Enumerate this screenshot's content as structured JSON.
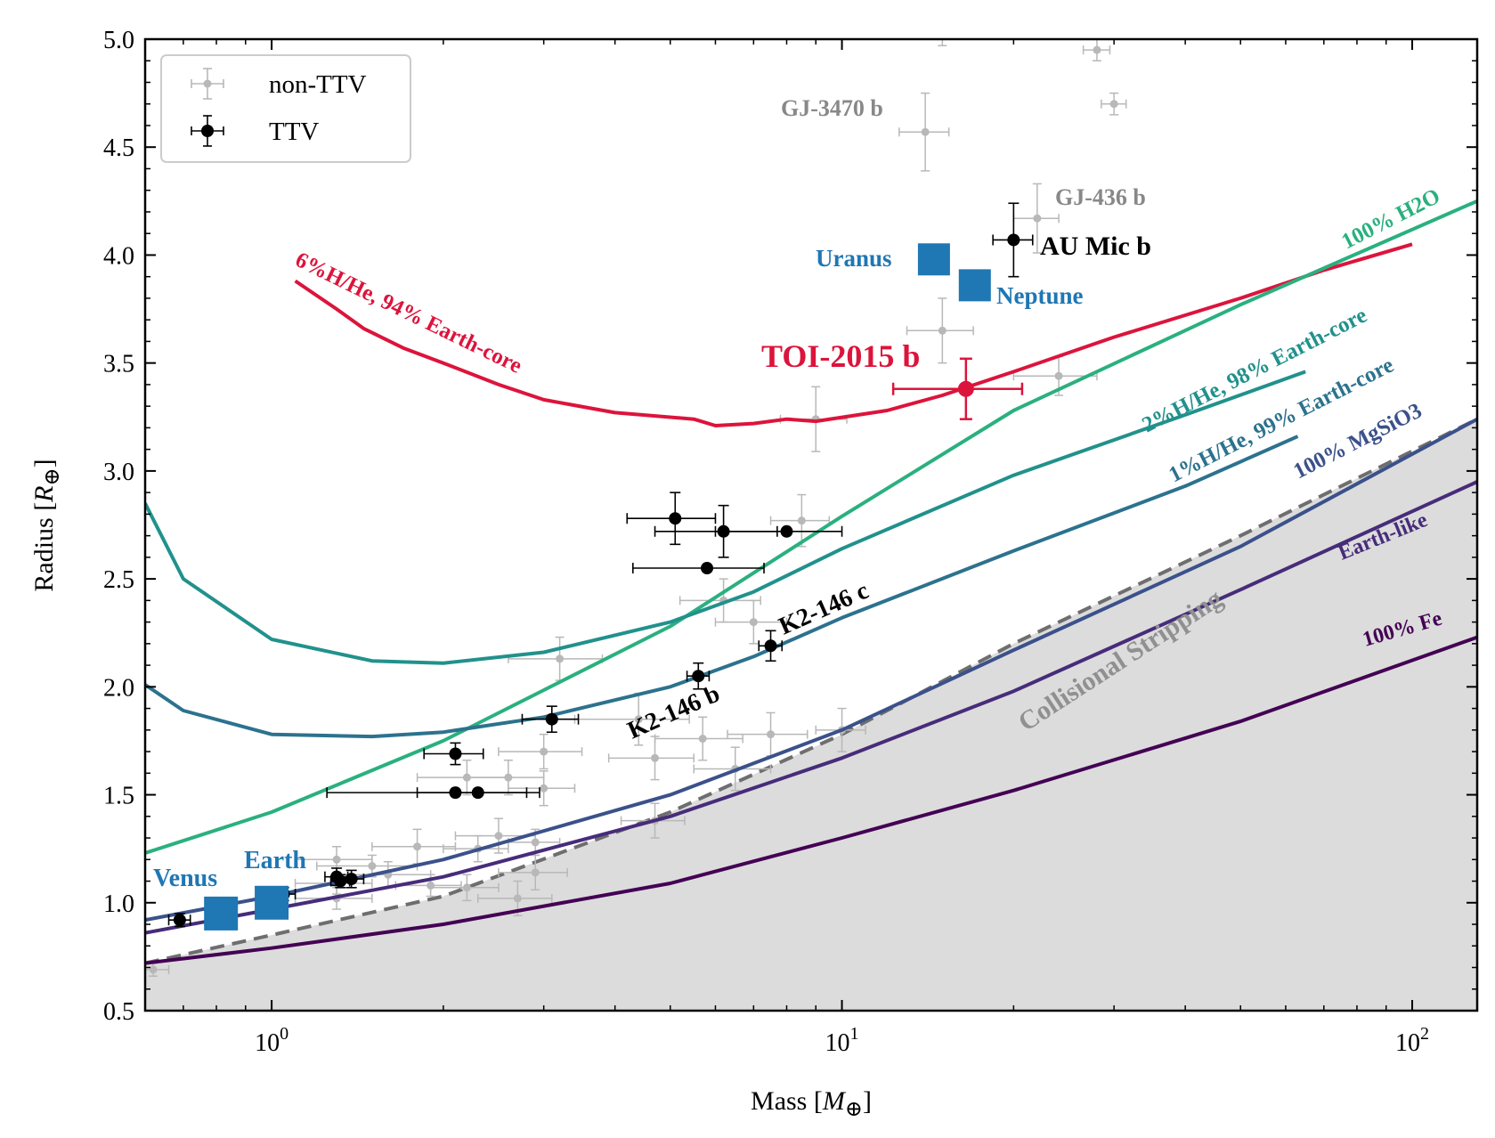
{
  "chart_data": {
    "type": "scatter",
    "xlabel_main": "Mass [",
    "xlabel_sym": "M",
    "xlabel_sub": "⊕",
    "xlabel_end": "]",
    "ylabel_main": "Radius [",
    "ylabel_sym": "R",
    "ylabel_sub": "⊕",
    "ylabel_end": "]",
    "x_scale": "log",
    "xlim": [
      0.6,
      130
    ],
    "ylim": [
      0.5,
      5.0
    ],
    "x_ticks": [
      {
        "value": 1,
        "base": "10",
        "exp": "0"
      },
      {
        "value": 10,
        "base": "10",
        "exp": "1"
      },
      {
        "value": 100,
        "base": "10",
        "exp": "2"
      }
    ],
    "y_ticks": [
      "0.5",
      "1.0",
      "1.5",
      "2.0",
      "2.5",
      "3.0",
      "3.5",
      "4.0",
      "4.5",
      "5.0"
    ],
    "legend": {
      "position": "top-left",
      "entries": [
        {
          "label": "non-TTV",
          "color": "#b8b8b8"
        },
        {
          "label": "TTV",
          "color": "#000000"
        }
      ]
    },
    "shaded_region": {
      "name": "Collisional Stripping",
      "color": "#dcdcdc",
      "boundary": [
        [
          0.6,
          0.72
        ],
        [
          1.0,
          0.85
        ],
        [
          2.0,
          1.03
        ],
        [
          5.0,
          1.42
        ],
        [
          10.0,
          1.78
        ],
        [
          20.0,
          2.2
        ],
        [
          50.0,
          2.7
        ],
        [
          130.0,
          3.24
        ]
      ]
    },
    "curves": [
      {
        "name": "6%H/He, 94% Earth-core",
        "color": "#dc143c",
        "points": [
          [
            1.1,
            3.88
          ],
          [
            1.3,
            3.75
          ],
          [
            1.45,
            3.66
          ],
          [
            1.7,
            3.57
          ],
          [
            2.0,
            3.5
          ],
          [
            2.5,
            3.4
          ],
          [
            3.0,
            3.33
          ],
          [
            4.0,
            3.27
          ],
          [
            5.5,
            3.24
          ],
          [
            6.0,
            3.21
          ],
          [
            7.0,
            3.22
          ],
          [
            8.0,
            3.24
          ],
          [
            9.0,
            3.23
          ],
          [
            12.0,
            3.28
          ],
          [
            15.0,
            3.35
          ],
          [
            20.0,
            3.46
          ],
          [
            30.0,
            3.62
          ],
          [
            50.0,
            3.8
          ],
          [
            70.0,
            3.93
          ],
          [
            100.0,
            4.05
          ]
        ]
      },
      {
        "name": "100% H2O",
        "color": "#2ab07f",
        "points": [
          [
            0.6,
            1.23
          ],
          [
            1.0,
            1.42
          ],
          [
            2.0,
            1.75
          ],
          [
            5.0,
            2.28
          ],
          [
            10.0,
            2.79
          ],
          [
            20.0,
            3.28
          ],
          [
            50.0,
            3.77
          ],
          [
            130.0,
            4.25
          ]
        ]
      },
      {
        "name": "2%H/He, 98% Earth-core",
        "color": "#21918c",
        "points": [
          [
            0.6,
            2.85
          ],
          [
            0.7,
            2.5
          ],
          [
            1.0,
            2.22
          ],
          [
            1.5,
            2.12
          ],
          [
            2.0,
            2.11
          ],
          [
            3.0,
            2.16
          ],
          [
            5.0,
            2.3
          ],
          [
            7.0,
            2.44
          ],
          [
            10.0,
            2.64
          ],
          [
            20.0,
            2.98
          ],
          [
            40.0,
            3.26
          ],
          [
            65.0,
            3.46
          ]
        ]
      },
      {
        "name": "1%H/He, 99% Earth-core",
        "color": "#2c728e",
        "points": [
          [
            0.6,
            2.01
          ],
          [
            0.7,
            1.89
          ],
          [
            1.0,
            1.78
          ],
          [
            1.5,
            1.77
          ],
          [
            2.0,
            1.79
          ],
          [
            3.0,
            1.86
          ],
          [
            5.0,
            2.0
          ],
          [
            7.0,
            2.14
          ],
          [
            10.0,
            2.32
          ],
          [
            20.0,
            2.63
          ],
          [
            40.0,
            2.93
          ],
          [
            63.0,
            3.16
          ]
        ]
      },
      {
        "name": "100% MgSiO3",
        "color": "#3b518b",
        "points": [
          [
            0.6,
            0.92
          ],
          [
            1.0,
            1.03
          ],
          [
            2.0,
            1.2
          ],
          [
            5.0,
            1.5
          ],
          [
            10.0,
            1.8
          ],
          [
            20.0,
            2.17
          ],
          [
            50.0,
            2.65
          ],
          [
            130.0,
            3.24
          ]
        ]
      },
      {
        "name": "Earth-like",
        "color": "#472c7a",
        "points": [
          [
            0.6,
            0.86
          ],
          [
            1.0,
            0.97
          ],
          [
            2.0,
            1.12
          ],
          [
            5.0,
            1.4
          ],
          [
            10.0,
            1.67
          ],
          [
            20.0,
            1.98
          ],
          [
            50.0,
            2.45
          ],
          [
            130.0,
            2.95
          ]
        ]
      },
      {
        "name": "100% Fe",
        "color": "#440154",
        "points": [
          [
            0.6,
            0.72
          ],
          [
            1.0,
            0.79
          ],
          [
            2.0,
            0.9
          ],
          [
            5.0,
            1.09
          ],
          [
            10.0,
            1.3
          ],
          [
            20.0,
            1.52
          ],
          [
            50.0,
            1.84
          ],
          [
            130.0,
            2.23
          ]
        ]
      }
    ],
    "series": [
      {
        "name": "non-TTV",
        "color": "#b8b8b8",
        "points": [
          [
            14.0,
            4.57,
            1.4,
            0.18
          ],
          [
            22.0,
            4.17,
            2.0,
            0.16
          ],
          [
            30.0,
            4.7,
            1.5,
            0.05
          ],
          [
            28.0,
            4.95,
            1.5,
            0.05
          ],
          [
            15.0,
            3.65,
            2.0,
            0.15
          ],
          [
            24.0,
            3.44,
            4.0,
            0.09
          ],
          [
            9.0,
            3.24,
            1.2,
            0.15
          ],
          [
            8.5,
            2.77,
            1.0,
            0.12
          ],
          [
            6.2,
            2.4,
            1.0,
            0.1
          ],
          [
            7.0,
            2.3,
            1.0,
            0.1
          ],
          [
            3.2,
            2.13,
            0.6,
            0.1
          ],
          [
            4.4,
            1.85,
            1.0,
            0.12
          ],
          [
            5.7,
            1.76,
            1.0,
            0.1
          ],
          [
            7.5,
            1.78,
            1.2,
            0.1
          ],
          [
            10.0,
            1.8,
            1.0,
            0.1
          ],
          [
            4.7,
            1.67,
            0.8,
            0.1
          ],
          [
            6.5,
            1.62,
            1.0,
            0.1
          ],
          [
            3.0,
            1.7,
            0.5,
            0.08
          ],
          [
            2.2,
            1.58,
            0.4,
            0.08
          ],
          [
            2.6,
            1.58,
            0.4,
            0.08
          ],
          [
            3.0,
            1.53,
            0.4,
            0.08
          ],
          [
            4.7,
            1.38,
            0.6,
            0.08
          ],
          [
            2.5,
            1.31,
            0.4,
            0.08
          ],
          [
            1.8,
            1.26,
            0.3,
            0.08
          ],
          [
            2.3,
            1.25,
            0.3,
            0.06
          ],
          [
            2.9,
            1.28,
            0.3,
            0.06
          ],
          [
            2.9,
            1.14,
            0.4,
            0.08
          ],
          [
            1.3,
            1.2,
            0.2,
            0.06
          ],
          [
            1.5,
            1.17,
            0.3,
            0.05
          ],
          [
            1.6,
            1.13,
            0.3,
            0.06
          ],
          [
            2.2,
            1.07,
            0.3,
            0.06
          ],
          [
            2.7,
            1.02,
            0.4,
            0.08
          ],
          [
            1.9,
            1.08,
            0.25,
            0.05
          ],
          [
            1.3,
            1.09,
            0.2,
            0.05
          ],
          [
            1.3,
            1.02,
            0.2,
            0.05
          ],
          [
            0.62,
            0.69,
            0.04,
            0.03
          ],
          [
            15.0,
            5.02,
            0.5,
            0.05
          ]
        ]
      },
      {
        "name": "TTV",
        "color": "#000000",
        "points": [
          [
            20.0,
            4.07,
            1.6,
            0.17
          ],
          [
            5.1,
            2.78,
            0.9,
            0.12
          ],
          [
            6.2,
            2.72,
            1.5,
            0.12
          ],
          [
            8.0,
            2.72,
            2.0,
            0.0
          ],
          [
            5.8,
            2.55,
            1.5,
            0.0
          ],
          [
            7.5,
            2.19,
            0.35,
            0.07
          ],
          [
            5.6,
            2.05,
            0.25,
            0.06
          ],
          [
            3.1,
            1.85,
            0.35,
            0.06
          ],
          [
            2.1,
            1.69,
            0.25,
            0.05
          ],
          [
            2.1,
            1.51,
            0.85,
            0.0
          ],
          [
            2.3,
            1.51,
            0.5,
            0.0
          ],
          [
            1.3,
            1.12,
            0.06,
            0.04
          ],
          [
            1.38,
            1.11,
            0.07,
            0.04
          ],
          [
            1.05,
            1.04,
            0.05,
            0.03
          ],
          [
            0.69,
            0.92,
            0.03,
            0.03
          ],
          [
            1.32,
            1.1,
            0.05,
            0.03
          ]
        ]
      },
      {
        "name": "TOI-2015 b",
        "color": "#dc143c",
        "points": [
          [
            16.5,
            3.38,
            4.2,
            0.14
          ]
        ]
      }
    ],
    "solar_planets": [
      {
        "name": "Venus",
        "x": 0.815,
        "y": 0.95
      },
      {
        "name": "Earth",
        "x": 1.0,
        "y": 1.0
      },
      {
        "name": "Uranus",
        "x": 14.5,
        "y": 3.98
      },
      {
        "name": "Neptune",
        "x": 17.1,
        "y": 3.86
      }
    ],
    "annotations": [
      {
        "text": "GJ-3470 b",
        "color": "#888888"
      },
      {
        "text": "GJ-436 b",
        "color": "#888888"
      },
      {
        "text": "AU Mic b",
        "color": "#000000"
      },
      {
        "text": "TOI-2015 b",
        "color": "#dc143c"
      },
      {
        "text": "K2-146 c",
        "color": "#000000"
      },
      {
        "text": "K2-146 b",
        "color": "#000000"
      },
      {
        "text": "Venus",
        "color": "#1f77b4"
      },
      {
        "text": "Earth",
        "color": "#1f77b4"
      },
      {
        "text": "Uranus",
        "color": "#1f77b4"
      },
      {
        "text": "Neptune",
        "color": "#1f77b4"
      },
      {
        "text": "6%H/He, 94% Earth-core",
        "color": "#dc143c"
      },
      {
        "text": "100% H2O",
        "color": "#2ab07f"
      },
      {
        "text": "2%H/He, 98% Earth-core",
        "color": "#21918c"
      },
      {
        "text": "1%H/He, 99% Earth-core",
        "color": "#2c728e"
      },
      {
        "text": "100% MgSiO3",
        "color": "#3b518b"
      },
      {
        "text": "Earth-like",
        "color": "#472c7a"
      },
      {
        "text": "100% Fe",
        "color": "#440154"
      },
      {
        "text": "Collisional Stripping",
        "color": "#909090"
      }
    ]
  }
}
